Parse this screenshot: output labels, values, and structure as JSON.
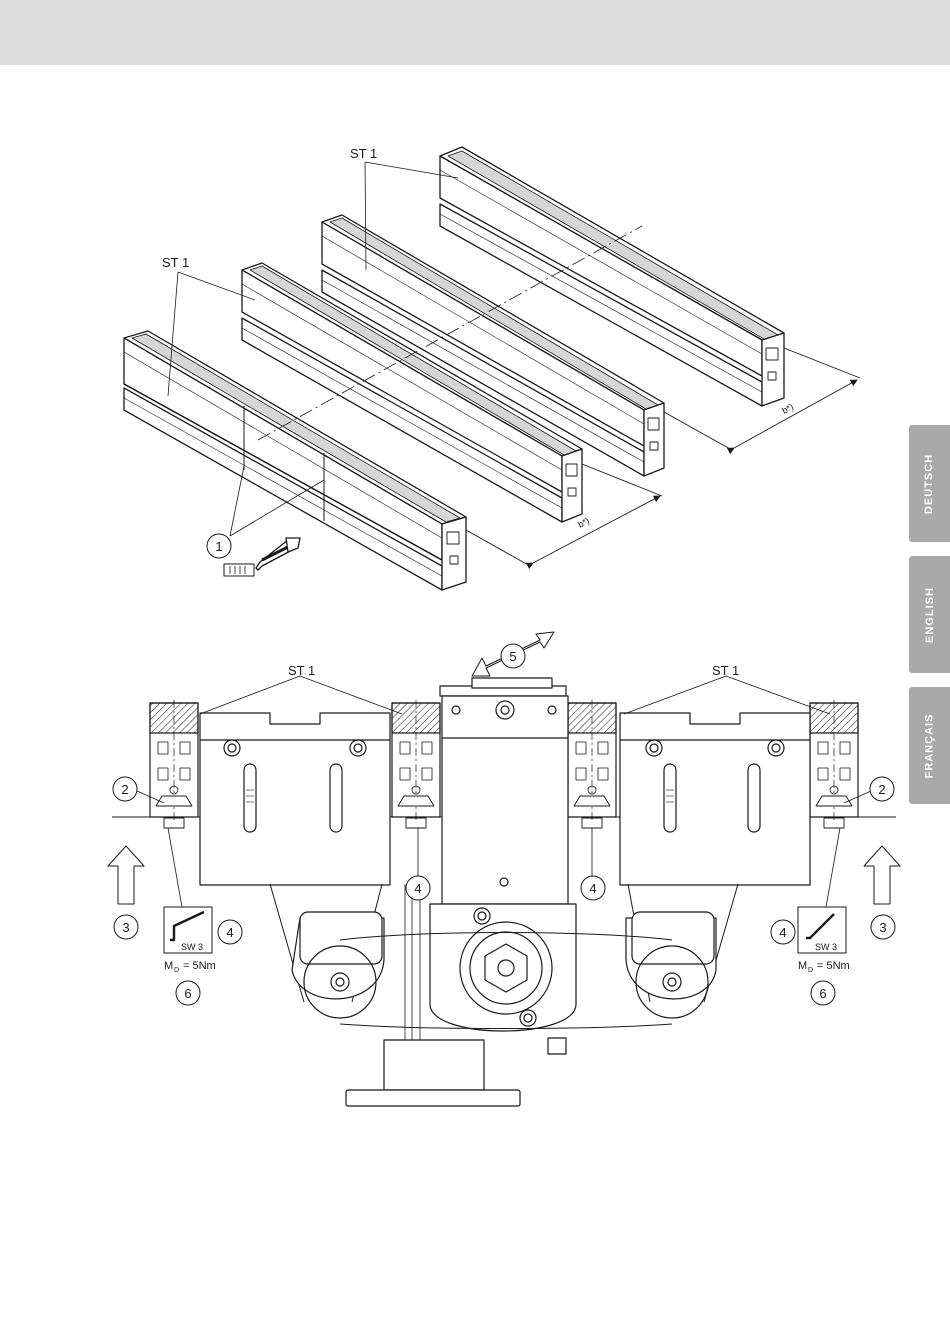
{
  "language_tabs": [
    {
      "label": "DEUTSCH"
    },
    {
      "label": "ENGLISH"
    },
    {
      "label": "FRANÇAIS"
    }
  ],
  "figure_top": {
    "st_label": "ST 1",
    "dimension_label": "b*)",
    "callout_1": "1"
  },
  "figure_bottom": {
    "st_label": "ST 1",
    "callouts": {
      "c2": "2",
      "c3": "3",
      "c4": "4",
      "c5": "5",
      "c6": "6"
    },
    "tool_size": "SW 3",
    "torque_prefix": "M",
    "torque_subscript": "D",
    "torque_value": "= 5Nm"
  },
  "colors": {
    "header_band": "#dcdcdc",
    "tab_background": "#a9a9a9",
    "tab_text": "#ffffff",
    "line": "#1a1a1a",
    "rail_groove": "#d6d6d6"
  }
}
